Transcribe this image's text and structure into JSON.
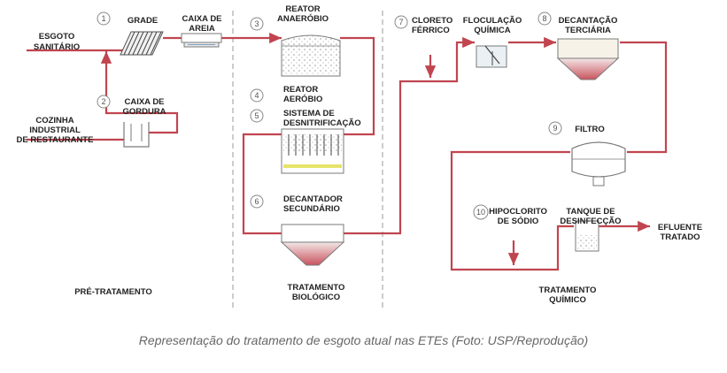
{
  "diagram": {
    "steps": {
      "s1": {
        "num": "1",
        "label": "GRADE"
      },
      "s2": {
        "num": "2",
        "label": [
          "CAIXA DE",
          "GORDURA"
        ]
      },
      "s3": {
        "num": "3",
        "label": [
          "REATOR",
          "ANAERÓBIO"
        ]
      },
      "s4": {
        "num": "4",
        "label": [
          "REATOR",
          "AERÓBIO"
        ]
      },
      "s5": {
        "num": "5",
        "label": [
          "SISTEMA DE",
          "DESNITRIFICAÇÃO"
        ]
      },
      "s6": {
        "num": "6",
        "label": [
          "DECANTADOR",
          "SECUNDÁRIO"
        ]
      },
      "s7": {
        "num": "7",
        "label": [
          "CLORETO",
          "FÉRRICO"
        ]
      },
      "s8": {
        "num": "8",
        "label": [
          "DECANTAÇÃO",
          "TERCIÁRIA"
        ]
      },
      "s9": {
        "num": "9",
        "label": "FILTRO"
      },
      "s10": {
        "num": "10",
        "label": [
          "HIPOCLORITO",
          "DE SÓDIO"
        ]
      }
    },
    "labels": {
      "caixa_areia": [
        "CAIXA DE",
        "AREIA"
      ],
      "esgoto": [
        "ESGOTO",
        "SANITÁRIO"
      ],
      "cozinha": [
        "COZINHA",
        "INDUSTRIAL",
        "DE RESTAURANTE"
      ],
      "floculacao": [
        "FLOCULAÇÃO",
        "QUÍMICA"
      ],
      "tanque": [
        "TANQUE DE",
        "DESINFECÇÃO"
      ],
      "efluente": [
        "EFLUENTE",
        "TRATADO"
      ]
    },
    "sections": {
      "pre": "PRÉ-TRATAMENTO",
      "bio": [
        "TRATAMENTO",
        "BIOLÓGICO"
      ],
      "quim": [
        "TRATAMENTO",
        "QUÍMICO"
      ]
    },
    "colors": {
      "pipe": "#c0454f",
      "sludge": "#c8545e",
      "equipment": "#7a7a7a",
      "divider": "#999999"
    }
  },
  "caption": "Representação do tratamento de esgoto atual nas ETEs (Foto: USP/Reprodução)"
}
